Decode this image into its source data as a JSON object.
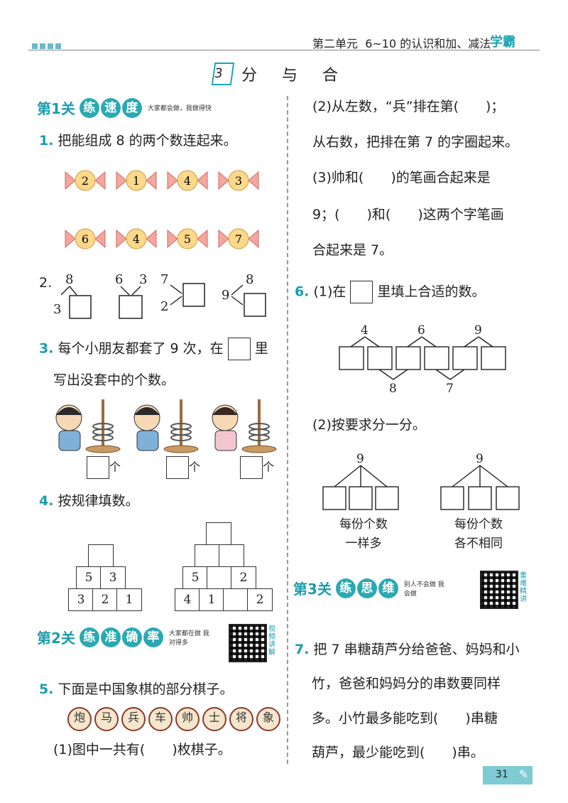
{
  "header": {
    "unit": "第二单元",
    "topic": "6~10 的认识和加、减法",
    "brand": "学霸"
  },
  "title": {
    "num": "3",
    "text": "分 与 合"
  },
  "levels": {
    "l1": {
      "label": "第1关",
      "chars": [
        "练",
        "速",
        "度"
      ],
      "slogan": "大家都会做，我做得快"
    },
    "l2": {
      "label": "第2关",
      "chars": [
        "练",
        "准",
        "确",
        "率"
      ],
      "slogan": "大家都在做 我对得多",
      "vlabel": "视频讲解"
    },
    "l3": {
      "label": "第3关",
      "chars": [
        "练",
        "思",
        "维"
      ],
      "slogan": "别人不会做 我会做",
      "vlabel": "重难精讲"
    }
  },
  "q1": {
    "num": "1.",
    "text": "把能组成 8 的两个数连起来。",
    "row1": [
      "2",
      "1",
      "4",
      "3"
    ],
    "row2": [
      "6",
      "4",
      "5",
      "7"
    ]
  },
  "q2": {
    "num": "2.",
    "a": [
      "8",
      "3"
    ],
    "b": [
      "6",
      "3"
    ],
    "c": [
      "7",
      "2"
    ],
    "d": [
      "9",
      "8"
    ]
  },
  "q3": {
    "num": "3.",
    "text1": "每个小朋友都套了 9 次，在",
    "text2": "里",
    "text3": "写出没套中的个数。",
    "unit": "个"
  },
  "q4": {
    "num": "4.",
    "text": "按规律填数。",
    "left": [
      "5",
      "3",
      "3",
      "2",
      "1"
    ],
    "right": [
      "5",
      "2",
      "4",
      "1",
      "2"
    ]
  },
  "q5": {
    "num": "5.",
    "text": "下面是中国象棋的部分棋子。",
    "pieces": [
      "炮",
      "马",
      "兵",
      "车",
      "帅",
      "士",
      "将",
      "象"
    ],
    "p1": "(1)图中一共有(　　)枚棋子。",
    "p2a": "(2)从左数，“兵”排在第(　　)；",
    "p2b": "从右数，把排在第 7 的字圈起来。",
    "p3a": "(3)帅和(　　)的笔画合起来是",
    "p3b": "9；(　　)和(　　)这两个字笔画",
    "p3c": "合起来是 7。"
  },
  "q6": {
    "num": "6.",
    "t1a": "(1)在",
    "t1b": "里填上合适的数。",
    "top": [
      "4",
      "6",
      "9"
    ],
    "bottom": [
      "8",
      "7"
    ],
    "t2": "(2)按要求分一分。",
    "split": [
      "9",
      "9"
    ],
    "cap1": [
      "每份个数",
      "一样多"
    ],
    "cap2": [
      "每份个数",
      "各不相同"
    ]
  },
  "q7": {
    "num": "7.",
    "lines": [
      "把 7 串糖葫芦分给爸爸、妈妈和小",
      "竹，爸爸和妈妈分的串数要同样",
      "多。小竹最多能吃到(　　)串糖",
      "葫芦，最少能吃到(　　)串。"
    ]
  },
  "page": "31"
}
